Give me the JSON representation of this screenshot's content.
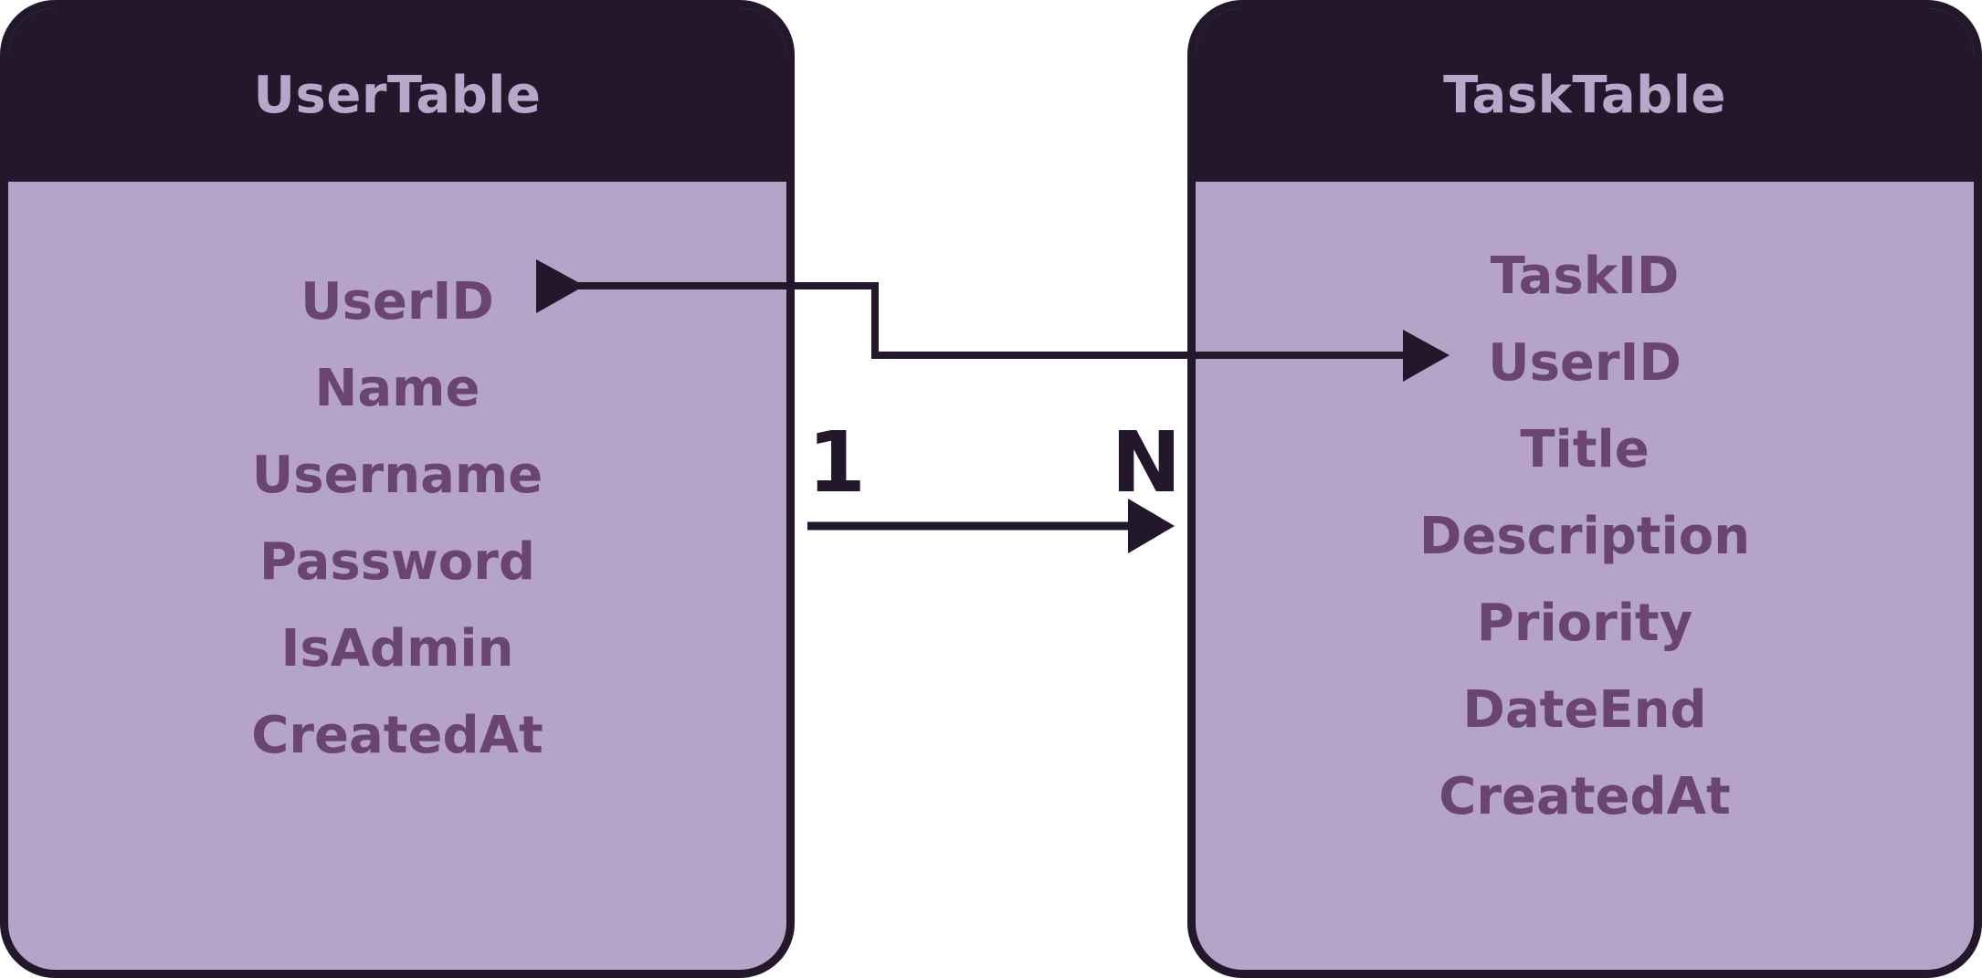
{
  "tables": {
    "user": {
      "title": "UserTable",
      "fields": [
        "UserID",
        "Name",
        "Username",
        "Password",
        "IsAdmin",
        "CreatedAt"
      ]
    },
    "task": {
      "title": "TaskTable",
      "fields": [
        "TaskID",
        "UserID",
        "Title",
        "Description",
        "Priority",
        "DateEnd",
        "CreatedAt"
      ]
    }
  },
  "relationship": {
    "from_table": "UserTable",
    "from_field": "UserID",
    "to_table": "TaskTable",
    "to_field": "UserID",
    "source_cardinality": "1",
    "target_cardinality": "N"
  },
  "colors": {
    "outline": "#23172b",
    "body_fill": "#b5a4c8",
    "header_text": "#b8a6cb",
    "field_text": "#6a4574"
  }
}
